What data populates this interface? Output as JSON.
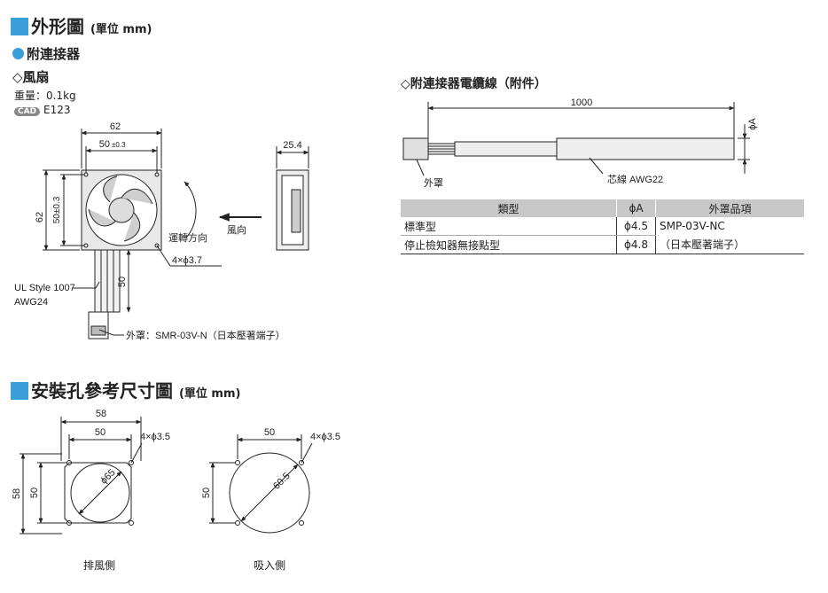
{
  "section1": {
    "title": "外形圖",
    "unit": "(單位 mm)"
  },
  "connector_heading": "附連接器",
  "fan_heading": "◇風扇",
  "weight": "重量：0.1kg",
  "cad_badge": "CAD",
  "cad_code": "E123",
  "fan_dims": {
    "width": "62",
    "inner_width": "50",
    "tol": "±0.3",
    "height": "62",
    "inner_height": "50±0.3",
    "depth": "25.4",
    "holes": "4×ϕ3.7",
    "lead_length": "50",
    "rotation": "運轉方向",
    "airflow": "風向",
    "cable_label_1": "UL Style 1007",
    "cable_label_2": "AWG24",
    "housing": "外罩：SMR-03V-N（日本壓著端子）"
  },
  "cable_heading": "◇附連接器電纜線（附件）",
  "cable_dims": {
    "length": "1000",
    "phiA": "ϕA",
    "housing": "外罩",
    "core": "芯線 AWG22"
  },
  "table": {
    "headers": [
      "類型",
      "ϕA",
      "外罩品項"
    ],
    "rows": [
      {
        "type": "標準型",
        "phi": "ϕ4.5",
        "part": "SMP-03V-NC"
      },
      {
        "type": "停止檢知器無接點型",
        "phi": "ϕ4.8",
        "part": "（日本壓著端子）"
      }
    ]
  },
  "section2": {
    "title": "安裝孔參考尺寸圖",
    "unit": "(單位 mm)"
  },
  "mount_exhaust": {
    "w_outer": "58",
    "w_inner": "50",
    "holes": "4×ϕ3.5",
    "h_outer": "58",
    "h_inner": "50",
    "dia": "ϕ65",
    "caption": "排風側"
  },
  "mount_intake": {
    "w_inner": "50",
    "holes": "4×ϕ3.5",
    "h_inner": "50",
    "dia": "60.5",
    "caption": "吸入側"
  }
}
